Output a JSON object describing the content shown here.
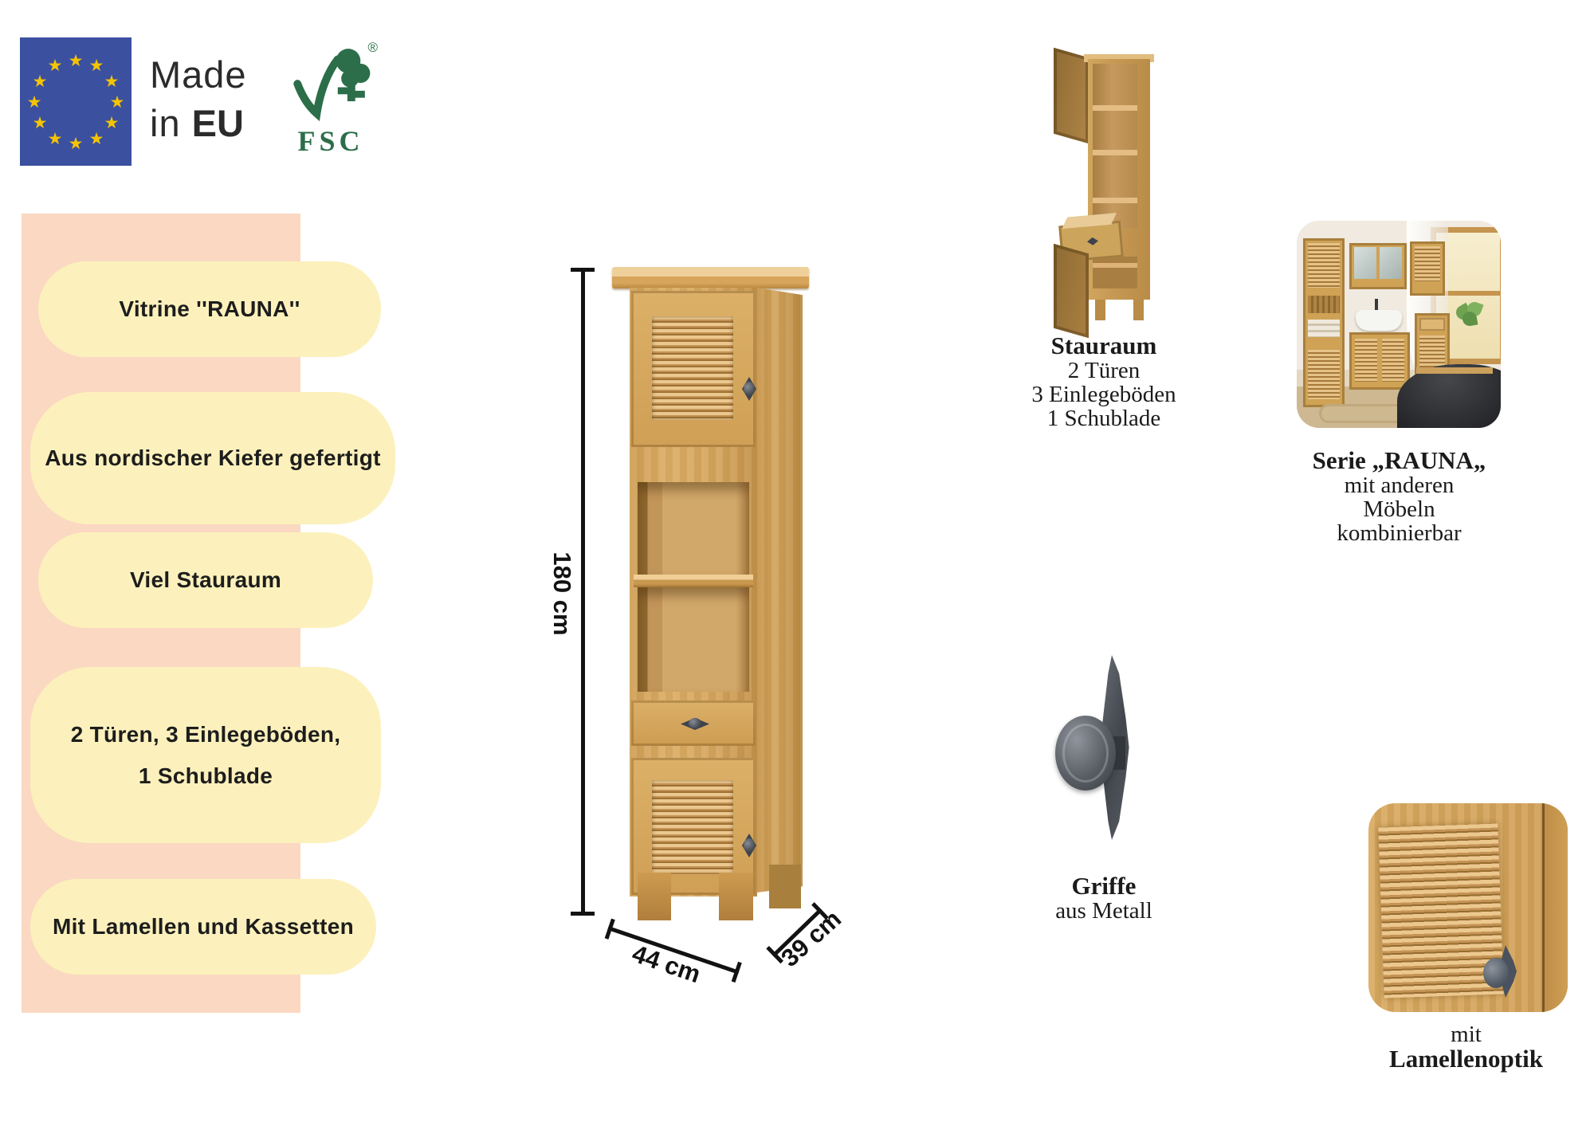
{
  "colors": {
    "band_pink": "#fbd8c2",
    "pill_yellow": "#fcf1bc",
    "eu_blue": "#3c50a0",
    "star_gold": "#f5c400",
    "fsc_green": "#2c6e49",
    "wood": "#d2a156",
    "metal_gray": "#4d5158",
    "text_dark": "#1d1d1d"
  },
  "badges": {
    "made_in_eu": {
      "word1": "Made",
      "word2": "in",
      "word3": "EU"
    },
    "fsc": {
      "label": "FSC",
      "registered": "®"
    }
  },
  "features": {
    "pills": [
      {
        "lines": [
          "Vitrine ''RAUNA''"
        ]
      },
      {
        "lines": [
          "Aus nordischer Kiefer gefertigt"
        ]
      },
      {
        "lines": [
          "Viel Stauraum"
        ]
      },
      {
        "lines": [
          "2 Türen, 3 Einlegeböden,",
          "1 Schublade"
        ]
      },
      {
        "lines": [
          "Mit Lamellen und Kassetten"
        ]
      }
    ]
  },
  "dimensions": {
    "height_label": "180 cm",
    "width_label": "44 cm",
    "depth_label": "39 cm"
  },
  "callouts": {
    "stauraum": {
      "title": "Stauraum",
      "lines": [
        "2 Türen",
        "3 Einlegeböden",
        "1 Schublade"
      ]
    },
    "serie": {
      "title": "Serie „RAUNA„",
      "lines": [
        "mit anderen",
        "Möbeln",
        "kombinierbar"
      ]
    },
    "griffe": {
      "title": "Griffe",
      "subtitle": "aus Metall"
    },
    "lamellen": {
      "intro": "mit",
      "title": "Lamellenoptik"
    }
  }
}
